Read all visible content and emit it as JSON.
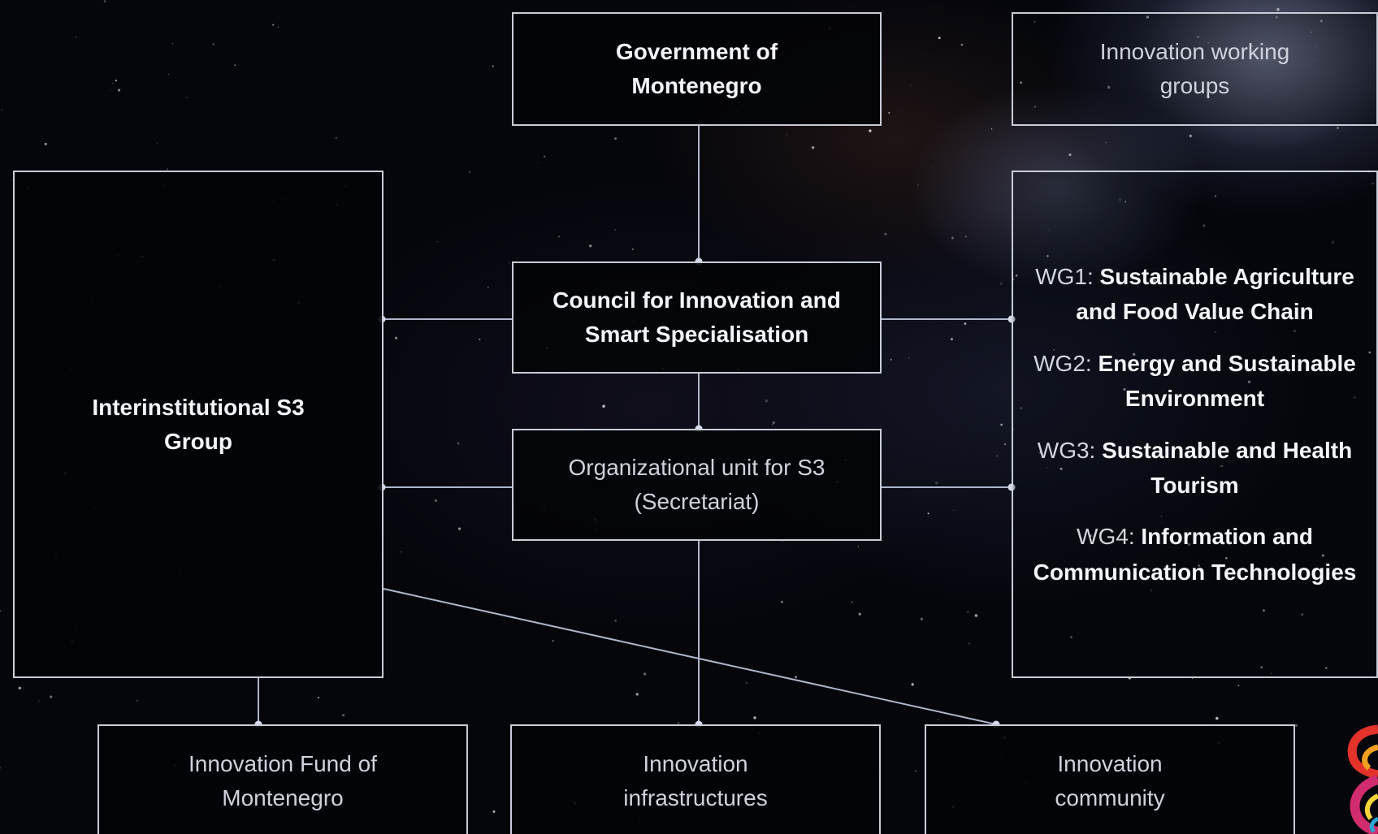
{
  "diagram": {
    "government": "Government of Montenegro",
    "working_groups_header": "Innovation working groups",
    "council": "Council for Innovation and Smart Specialisation",
    "interinstitutional": "Interinstitutional S3 Group",
    "secretariat": "Organizational unit for S3 (Secretariat)",
    "working_groups": [
      {
        "code": "WG1:",
        "name": "Sustainable Agriculture and Food Value Chain"
      },
      {
        "code": "WG2:",
        "name": "Energy and Sustainable Environment"
      },
      {
        "code": "WG3:",
        "name": "Sustainable and Health Tourism"
      },
      {
        "code": "WG4:",
        "name": "Information and Communication Technologies"
      }
    ],
    "innovation_fund": "Innovation Fund of Montenegro",
    "innovation_infrastructures": "Innovation infrastructures",
    "innovation_community": "Innovation community"
  },
  "colors": {
    "background": "#05060c",
    "box_border": "#c8ccd8",
    "connector": "#aeb6c8",
    "text": "#f4f5fa"
  },
  "icons": {
    "corner_logo": "s3-logo-icon"
  }
}
